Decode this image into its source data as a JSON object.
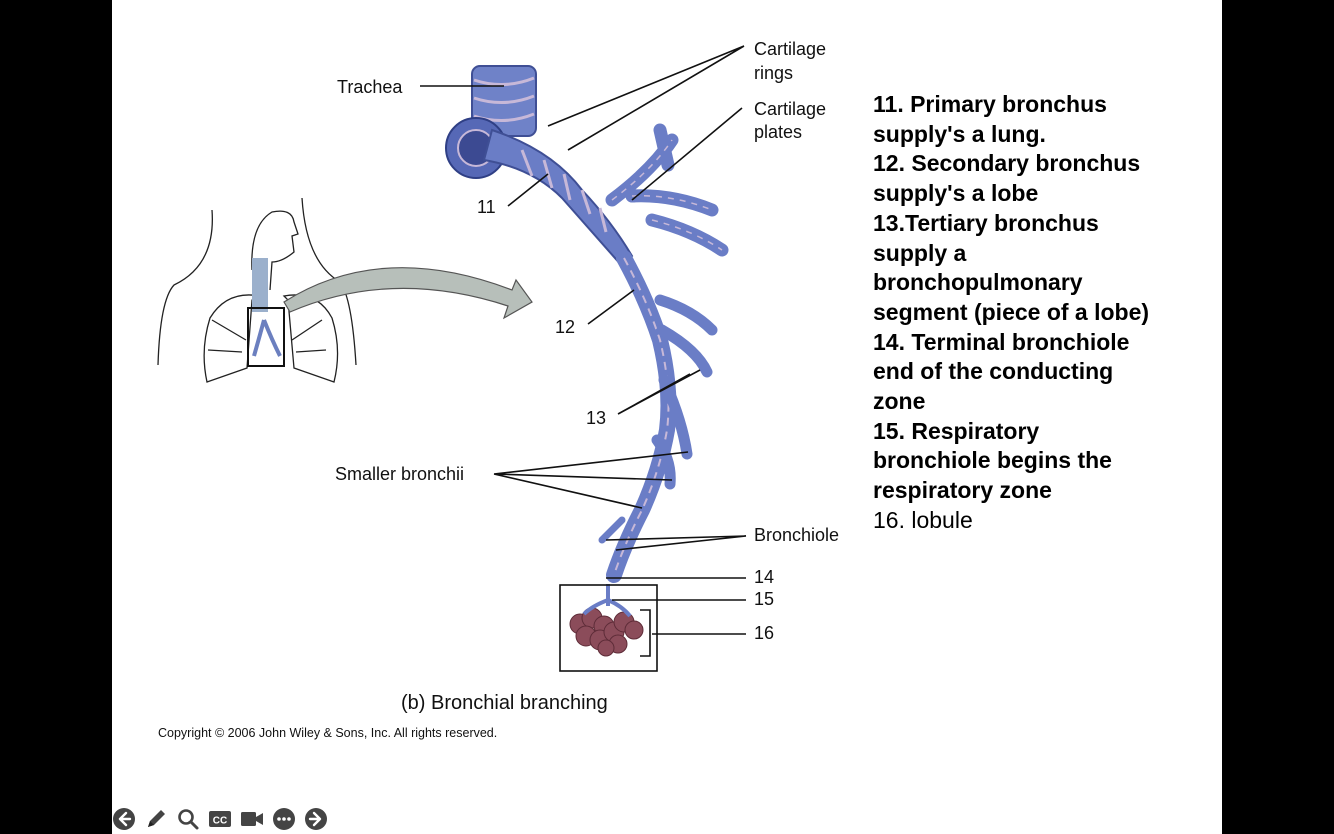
{
  "figure": {
    "labels": {
      "trachea": "Trachea",
      "cartilage_rings_1": "Cartilage",
      "cartilage_rings_2": "rings",
      "cartilage_plates_1": "Cartilage",
      "cartilage_plates_2": "plates",
      "smaller_bronchii": "Smaller bronchii",
      "bronchiole": "Bronchiole"
    },
    "numbers": {
      "n11": "11",
      "n12": "12",
      "n13": "13",
      "n14": "14",
      "n15": "15",
      "n16": "16"
    },
    "caption": "(b) Bronchial branching",
    "copyright": "Copyright © 2006 John Wiley & Sons, Inc.  All rights reserved."
  },
  "notes": [
    {
      "text": "11. Primary bronchus",
      "bold": true
    },
    {
      "text": "supply's a lung.",
      "bold": true
    },
    {
      "text": "12. Secondary bronchus",
      "bold": true
    },
    {
      "text": "supply's a lobe",
      "bold": true
    },
    {
      "text": "13.Tertiary bronchus",
      "bold": true
    },
    {
      "text": "supply a",
      "bold": true
    },
    {
      "text": "bronchopulmonary",
      "bold": true
    },
    {
      "text": "segment (piece of a lobe)",
      "bold": true
    },
    {
      "text": "14. Terminal bronchiole",
      "bold": true
    },
    {
      "text": "end of the conducting",
      "bold": true
    },
    {
      "text": "zone",
      "bold": true
    },
    {
      "text": "15. Respiratory",
      "bold": true
    },
    {
      "text": "bronchiole begins the",
      "bold": true
    },
    {
      "text": "respiratory zone",
      "bold": true
    },
    {
      "text": "16. lobule",
      "bold": false
    }
  ],
  "toolbar": {
    "icons": [
      "arrow-left-icon",
      "pen-icon",
      "search-icon",
      "closed-captions-icon",
      "video-camera-icon",
      "more-icon",
      "arrow-right-icon"
    ],
    "cc_text": "CC"
  }
}
